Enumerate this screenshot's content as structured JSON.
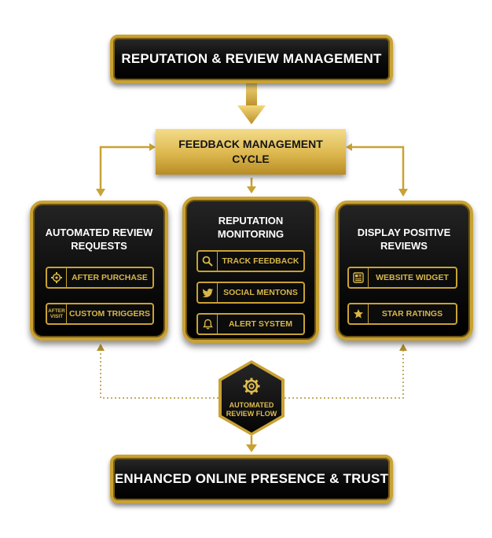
{
  "title": "REPUTATION & REVIEW MANAGEMENT",
  "cycle": {
    "line1": "FEEDBACK MANAGEMENT",
    "line2": "CYCLE"
  },
  "columns": {
    "left": {
      "title_line1": "AUTOMATED REVIEW",
      "title_line2": "REQUESTS",
      "items": [
        {
          "icon": "gear-cycle-icon",
          "label": "AFTER PURCHASE"
        },
        {
          "icon": "after-visit-icon",
          "icon_text_line1": "AFTER",
          "icon_text_line2": "VISIT",
          "label": "CUSTOM TRIGGERS"
        }
      ]
    },
    "middle": {
      "title_line1": "REPUTATION",
      "title_line2": "MONITORING",
      "items": [
        {
          "icon": "search-icon",
          "label": "TRACK FEEDBACK"
        },
        {
          "icon": "twitter-bird-icon",
          "label": "SOCIAL MENTONS"
        },
        {
          "icon": "bell-icon",
          "label": "ALERT SYSTEM"
        }
      ]
    },
    "right": {
      "title_line1": "DISPLAY POSITIVE",
      "title_line2": "REVIEWS",
      "items": [
        {
          "icon": "widget-icon",
          "label": "WEBSITE WIDGET"
        },
        {
          "icon": "star-icon",
          "label": "STAR RATINGS"
        }
      ]
    }
  },
  "hub": {
    "icon": "gear-icon",
    "line1": "AUTOMATED",
    "line2": "REVIEW FLOW"
  },
  "outcome": "ENHANCED ONLINE PRESENCE & TRUST",
  "colors": {
    "gold": "#c9a233",
    "gold_light": "#f4dc8a",
    "dark": "#0b0b0b",
    "text_gold": "#d8b64a"
  }
}
